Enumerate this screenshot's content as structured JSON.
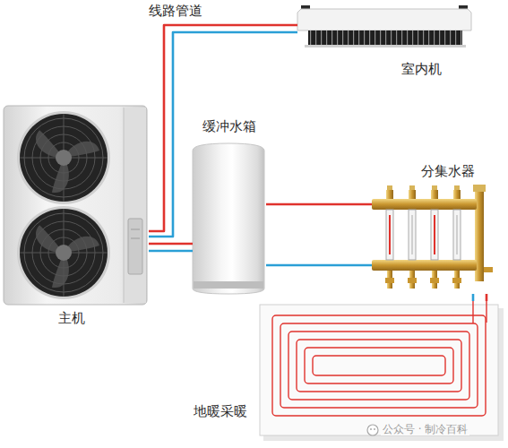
{
  "diagram": {
    "nodes": [
      {
        "text": [
          "室内机"
        ]
      },
      {
        "text": [
          "主机"
        ]
      },
      {
        "text": [
          "缓冲水箱"
        ]
      },
      {
        "text": [
          "分集水器"
        ]
      },
      {
        "text": [
          "地暖采暖"
        ]
      }
    ],
    "edges": [
      {
        "from": 1,
        "to": 0,
        "arrow": "none"
      },
      {
        "from": 1,
        "to": 2,
        "arrow": "none"
      },
      {
        "from": 2,
        "to": 3,
        "arrow": "none"
      },
      {
        "from": 3,
        "to": 4,
        "arrow": "none"
      }
    ],
    "labels": [
      "线路管道",
      "公众号 · 制冷百科"
    ]
  }
}
